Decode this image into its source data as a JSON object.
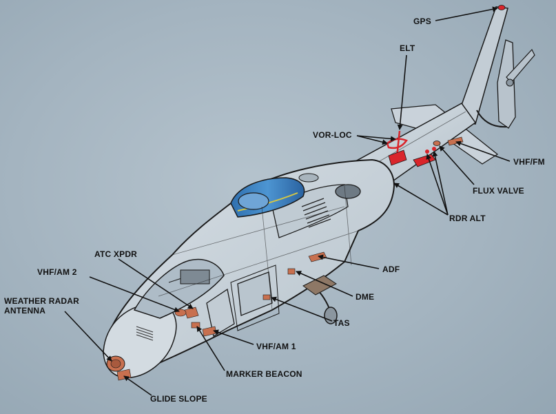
{
  "labels": {
    "gps": "GPS",
    "elt": "ELT",
    "vor_loc": "VOR-LOC",
    "vhf_fm": "VHF/FM",
    "flux_valve": "FLUX VALVE",
    "rdr_alt": "RDR ALT",
    "adf": "ADF",
    "dme": "DME",
    "tas": "TAS",
    "atc_xpdr": "ATC  XPDR",
    "vhf_am_2": "VHF/AM  2",
    "weather_radar_line1": "WEATHER RADAR",
    "weather_radar_line2": "ANTENNA",
    "vhf_am_1": "VHF/AM  1",
    "marker_beacon": "MARKER  BEACON",
    "glide_slope": "GLIDE  SLOPE"
  },
  "colors": {
    "background": "#a4b4c0",
    "fuselage_fill": "#c9d3db",
    "outline": "#1a1a1a",
    "antenna_red": "#d9252b",
    "antenna_copper": "#c8704f",
    "canopy_blue": "#3f84c4"
  }
}
